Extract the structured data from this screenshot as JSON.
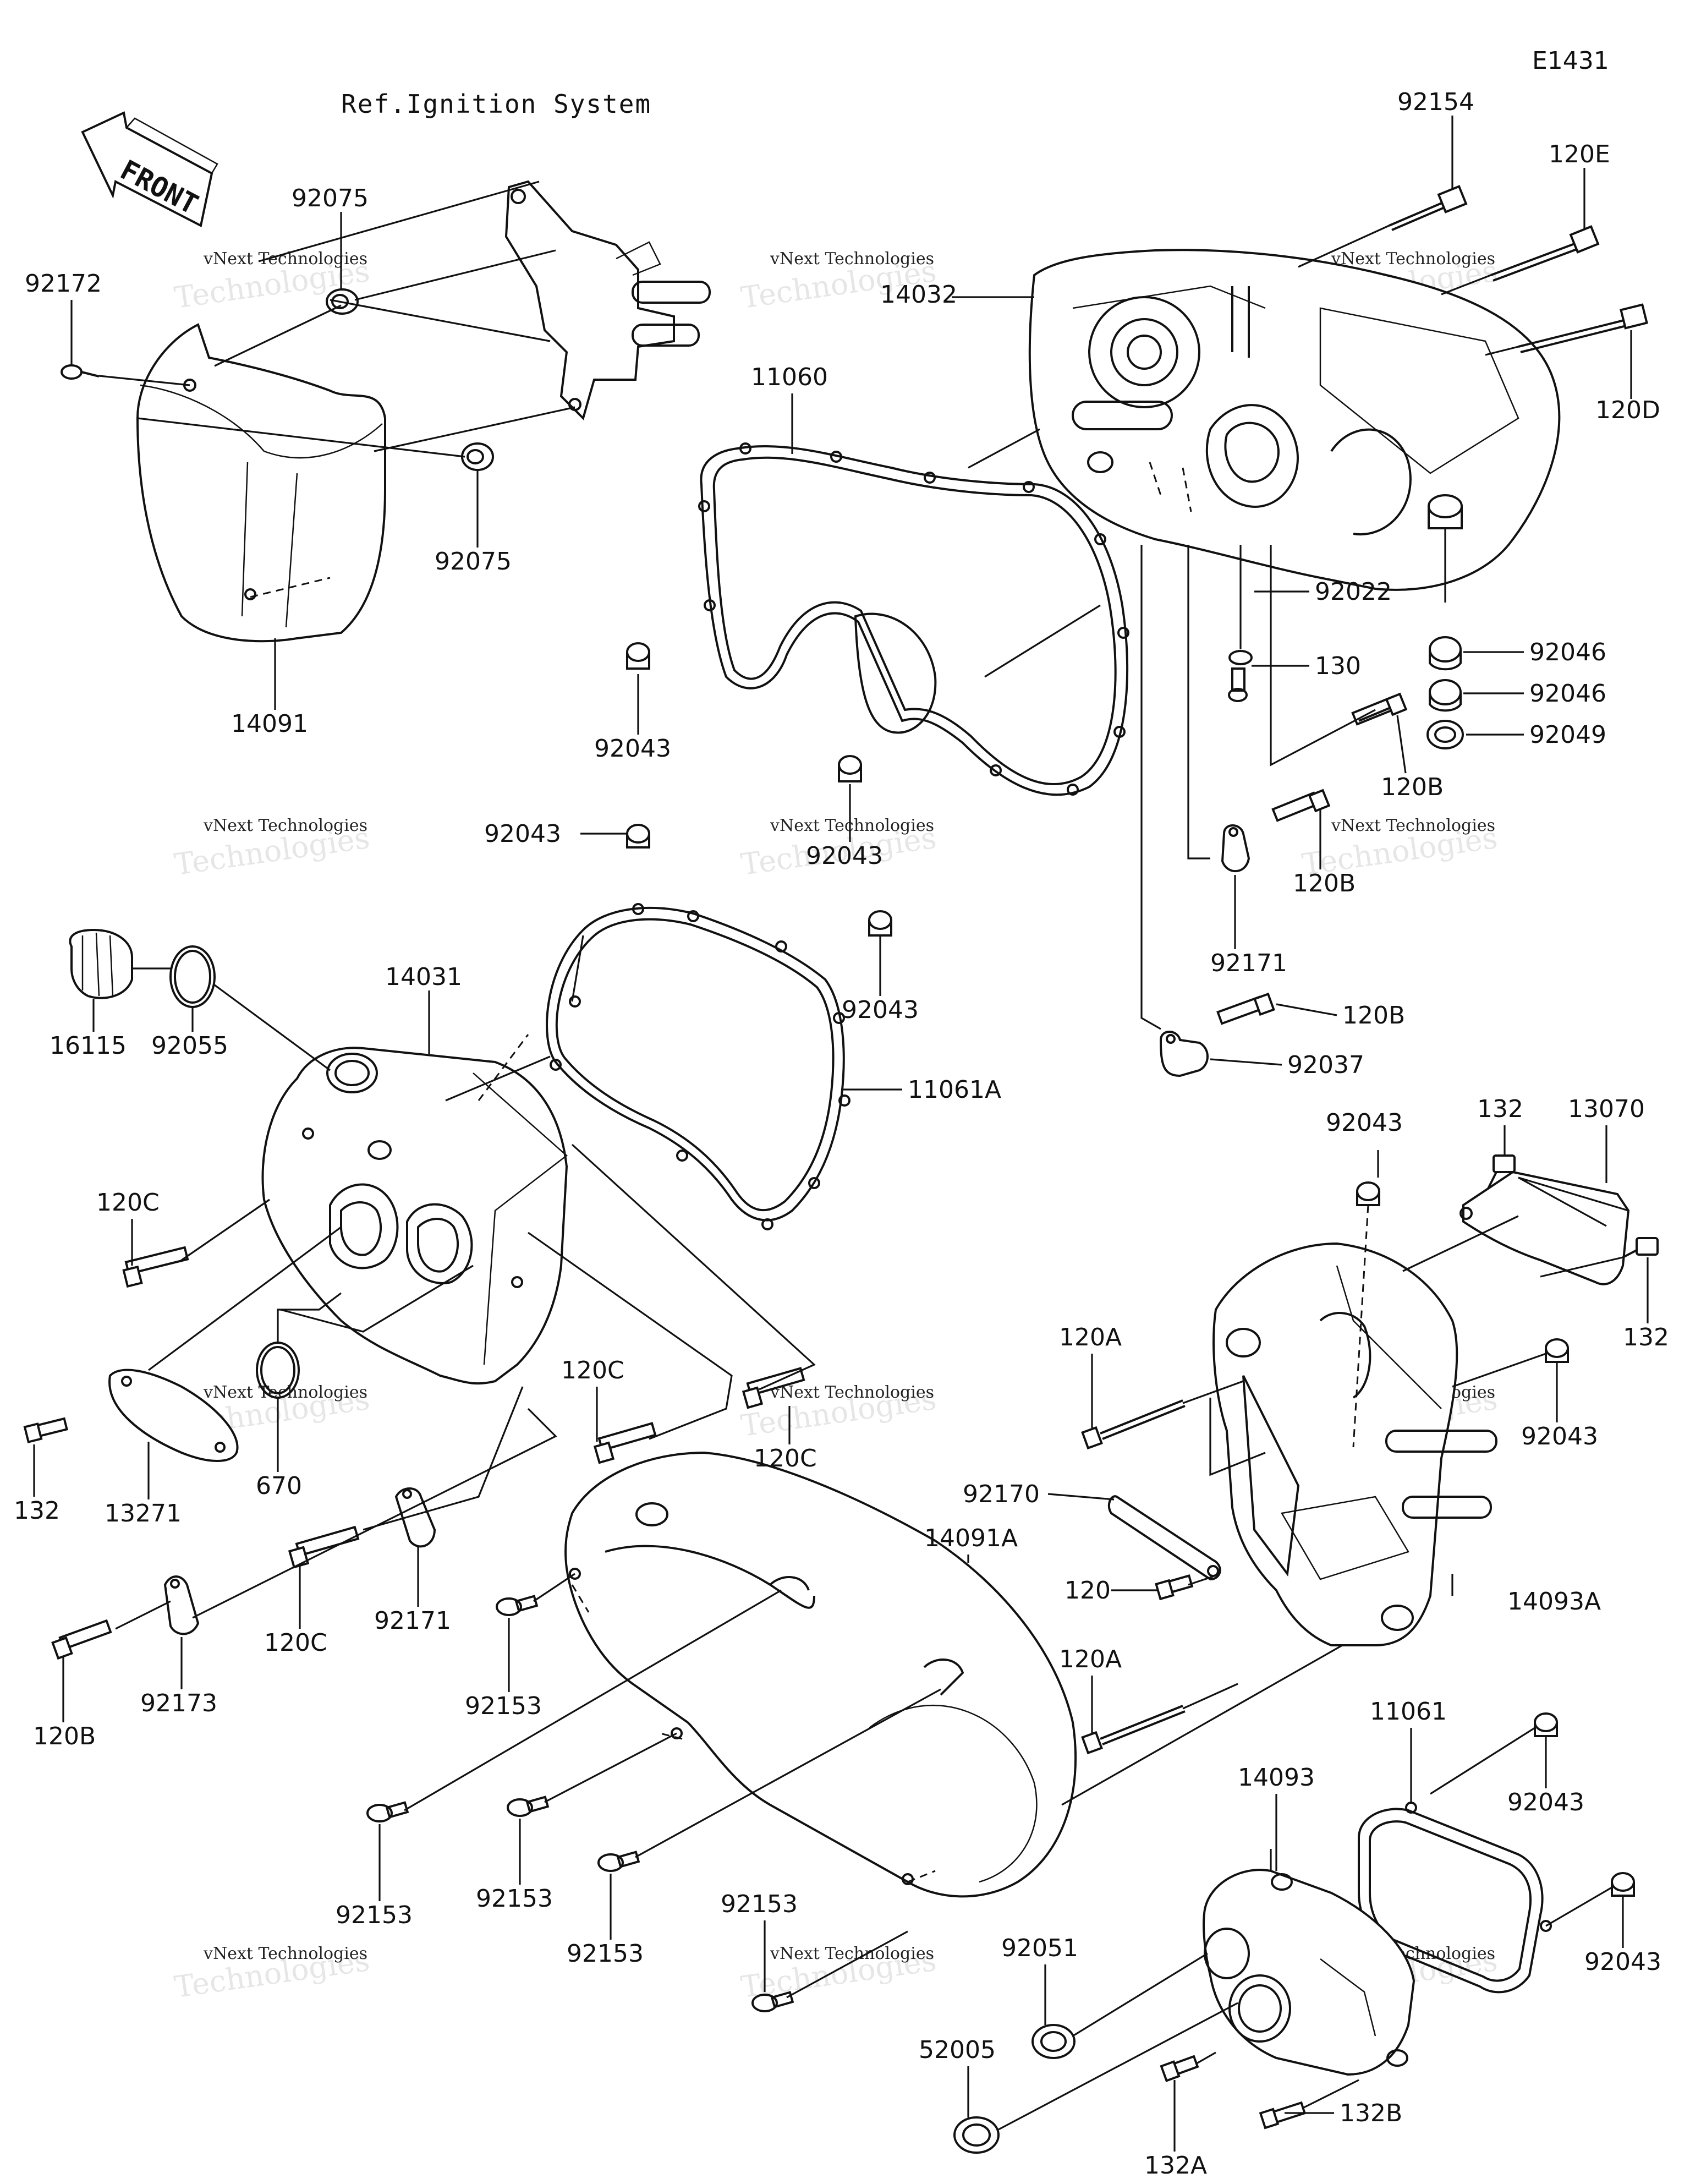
{
  "diagram_id": "E1431",
  "reference_note": "Ref.Ignition System",
  "front_arrow_text": "FRONT",
  "watermark": {
    "line1": "vNext Technologies",
    "line2": "Technologies",
    "stamp": "vNext"
  },
  "labels": {
    "p92154": "92154",
    "p120E": "120E",
    "p14032": "14032",
    "p120D": "120D",
    "p92075a": "92075",
    "p92075b": "92075",
    "p92172": "92172",
    "p14091": "14091",
    "p11060": "11060",
    "p92043a": "92043",
    "p92043b": "92043",
    "p92022": "92022",
    "p130": "130",
    "p92046a": "92046",
    "p92046b": "92046",
    "p92049": "92049",
    "p120Ba": "120B",
    "p120Bb": "120B",
    "p92171a": "92171",
    "p120Bc": "120B",
    "p92037": "92037",
    "p92043c": "92043",
    "p92043d": "92043",
    "p14031": "14031",
    "p16115": "16115",
    "p92055": "92055",
    "p11061A": "11061A",
    "p120Ca": "120C",
    "p132a": "132",
    "p13271": "13271",
    "p670": "670",
    "p120Cb": "120C",
    "p120Cc": "120C",
    "p132b": "132",
    "p13070": "13070",
    "p92043e": "92043",
    "p132c": "132",
    "p120Aa": "120A",
    "p92043f": "92043",
    "p92170": "92170",
    "p14091A": "14091A",
    "p120": "120",
    "p14093A": "14093A",
    "p120Cd": "120C",
    "p92171b": "92171",
    "p92173": "92173",
    "p120Bd": "120B",
    "p92153a": "92153",
    "p120Ab": "120A",
    "p11061": "11061",
    "p14093": "14093",
    "p92043g": "92043",
    "p92153b": "92153",
    "p92153c": "92153",
    "p92153d": "92153",
    "p92153e": "92153",
    "p92051": "92051",
    "p92043h": "92043",
    "p52005": "52005",
    "p132B": "132B",
    "p132A": "132A"
  }
}
